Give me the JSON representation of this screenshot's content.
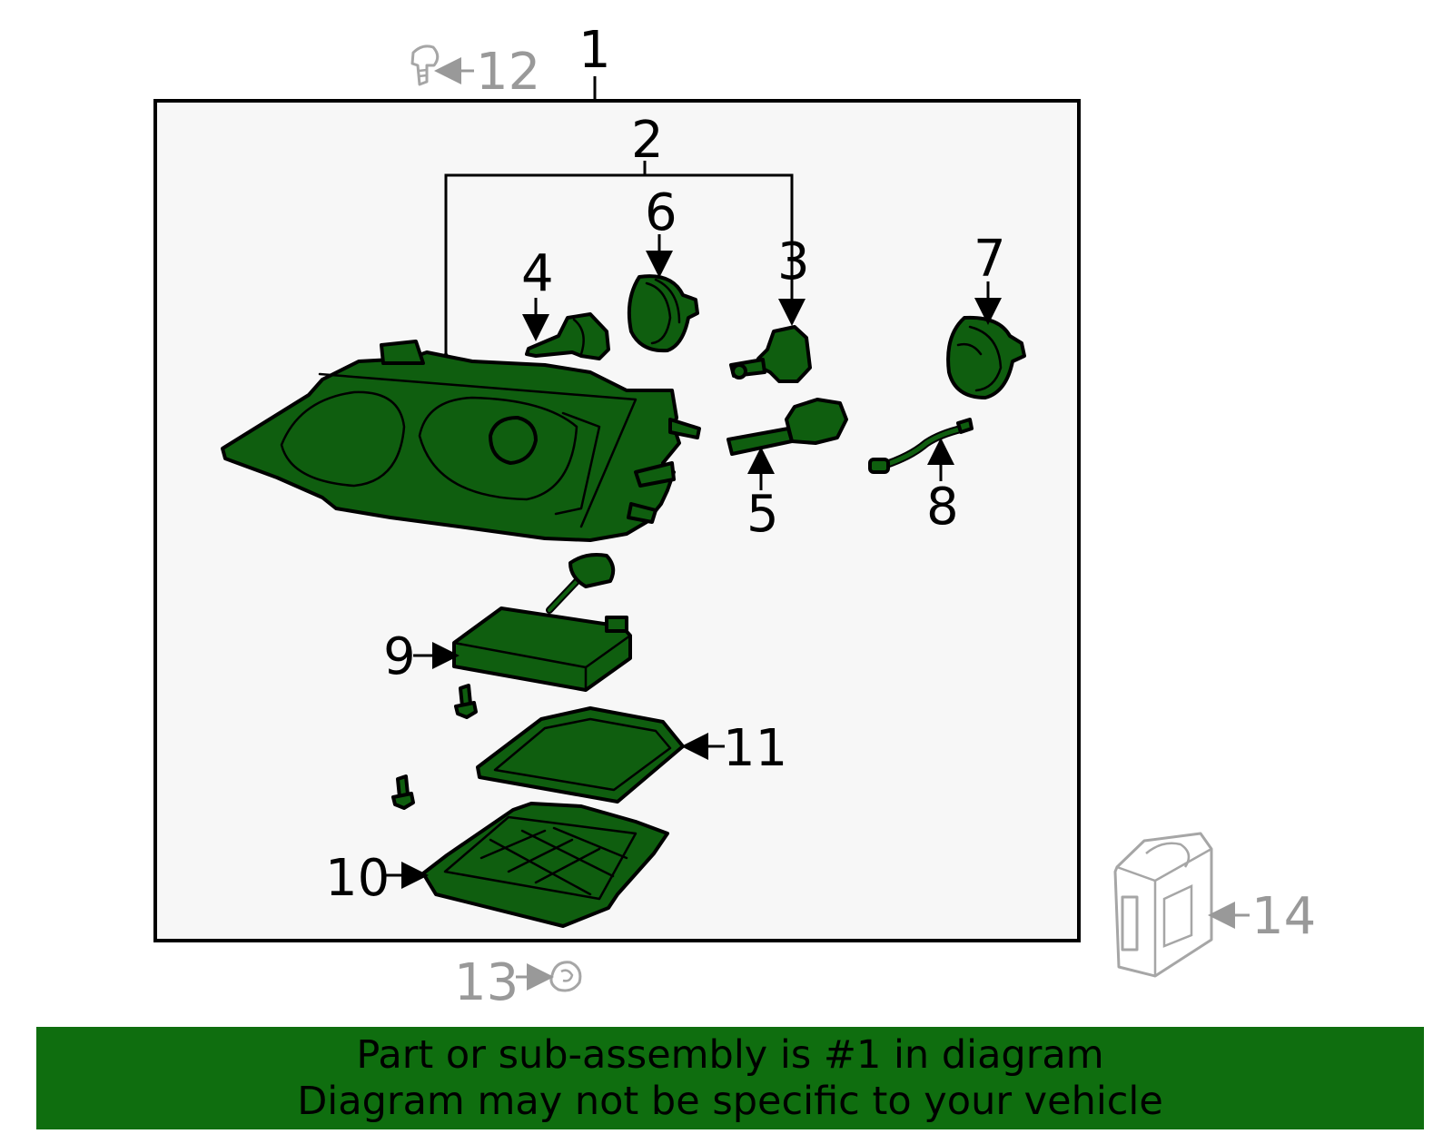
{
  "callouts": {
    "c1": "1",
    "c2": "2",
    "c3": "3",
    "c4": "4",
    "c5": "5",
    "c6": "6",
    "c7": "7",
    "c8": "8",
    "c9": "9",
    "c10": "10",
    "c11": "11",
    "c12": "12",
    "c13": "13",
    "c14": "14"
  },
  "banner": {
    "line1": "Part or sub-assembly is #1 in diagram",
    "line2": "Diagram may not be specific to your vehicle"
  },
  "colors": {
    "highlight_green": "#0f5e0f",
    "banner_green": "#0f6e0f",
    "box_background": "#f7f7f7",
    "outside_part_gray": "#999999"
  },
  "icons": {
    "headlamp_assembly": "headlamp-assembly-icon",
    "bulb_socket": "bulb-socket-icon",
    "bulb": "bulb-icon",
    "dust_cover": "dust-cover-icon",
    "wire_harness": "wire-harness-icon",
    "ballast": "ballast-icon",
    "bracket": "bracket-icon",
    "gasket": "gasket-icon",
    "screw": "screw-icon",
    "bolt": "bolt-icon",
    "nut": "nut-icon",
    "control_module": "control-module-icon"
  }
}
